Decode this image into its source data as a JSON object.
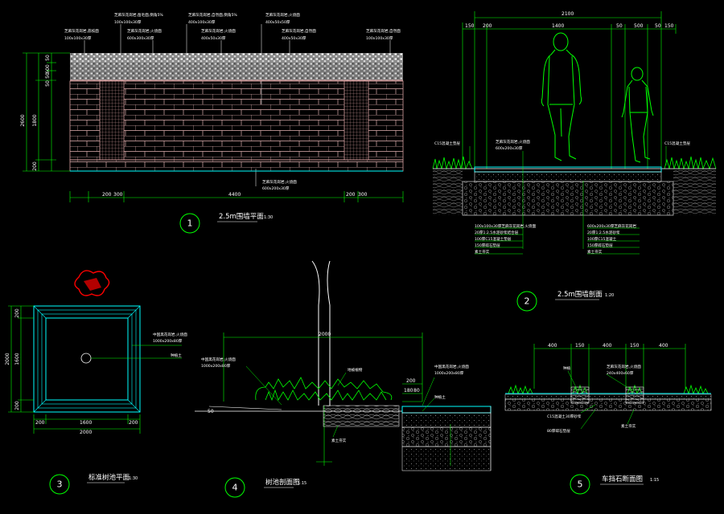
{
  "colors": {
    "background": "#000000",
    "dimension": "#00ff00",
    "text": "#ffffff",
    "brick": "#d8a0a0",
    "paving": "#00ffff",
    "grass": "#00ff00",
    "north_arrow": "#ff0000"
  },
  "icons": [
    "north-arrow-icon",
    "human-adult-icon",
    "human-child-icon",
    "grass-icon",
    "tree-trunk-icon",
    "bush-icon"
  ],
  "drawing1": {
    "number": "1",
    "title": "2.5m围墙平面",
    "scale": "1:30",
    "dims_top_h": [
      "50",
      "600",
      "50",
      "50"
    ],
    "dims_left_v": [
      "2600",
      "1800",
      "200"
    ],
    "dims_bottom": [
      "200",
      "300",
      "4400",
      "200",
      "300"
    ],
    "notes_top": [
      "芝麻灰花岗岩,凿毛面,倒角5%",
      "100x100x30厚",
      "芝麻灰花岗岩,自然面,倒角5%",
      "400x100x30厚",
      "芝麻灰花岗岩,火烧面",
      "400x50x50厚",
      "芝麻灰花岗岩,荔枝面",
      "100x100x30厚",
      "芝麻灰花岗岩,火烧面",
      "600x300x30厚",
      "芝麻灰花岗岩,火烧面",
      "400x50x30厚",
      "芝麻灰花岗岩,自然面",
      "400x50x30厚",
      "芝麻灰花岗岩,自然面",
      "100x100x30厚"
    ],
    "note_bottom": [
      "芝麻灰花岗岩,火烧面",
      "600x200x30厚"
    ]
  },
  "drawing2": {
    "number": "2",
    "title": "2.5m围墙剖面",
    "scale": "1:20",
    "dims_total": "2100",
    "dims_parts": [
      "150",
      "200",
      "1400",
      "50",
      "500",
      "50",
      "150"
    ],
    "notes_top": [
      "C15混凝土垫层",
      "芝麻灰花岗岩,火烧面",
      "600x200x30厚",
      "C15混凝土垫层"
    ],
    "notes_left": [
      "100x100x30厚芝麻灰花岗岩,火烧面",
      "20厚1:2.5水泥砂浆结合层",
      "100厚C15混凝土垫层",
      "150厚碎石垫层",
      "素土夯实"
    ],
    "notes_right": [
      "600x200x30厚芝麻灰花岗岩",
      "20厚1:2.5水泥砂浆",
      "100厚C15混凝土",
      "150厚碎石垫层",
      "素土夯实"
    ]
  },
  "drawing3": {
    "number": "3",
    "title": "标准树池平面",
    "scale": "1:30",
    "dims_left": [
      "2000",
      "1600",
      "200",
      "200"
    ],
    "dims_bottom": [
      "200",
      "1600",
      "200"
    ],
    "dims_total": "2000",
    "notes": [
      "中国黑花岗岩,火烧面",
      "1000x200x80厚",
      "种植土"
    ]
  },
  "drawing4": {
    "number": "4",
    "title": "树池剖面图",
    "scale": "1:15",
    "dims_top": "2000",
    "dims_right": [
      "200",
      "180",
      "80"
    ],
    "notes": [
      "中国黑花岗岩,火烧面",
      "1000x200x80厚",
      "地被植物",
      "中国黑花岗岩,火烧面",
      "1000x200x80厚",
      "种植土",
      "素土夯实"
    ],
    "dim_left": "50"
  },
  "drawing5": {
    "number": "5",
    "title": "车挡石断面图",
    "scale": "1:15",
    "dims": [
      "400",
      "150",
      "400",
      "150",
      "400"
    ],
    "notes": [
      "种植",
      "芝麻灰花岗岩,火烧面",
      "240x400x60厚",
      "C15混凝土30厚砂浆",
      "80厚碎石垫层",
      "素土夯实"
    ]
  }
}
